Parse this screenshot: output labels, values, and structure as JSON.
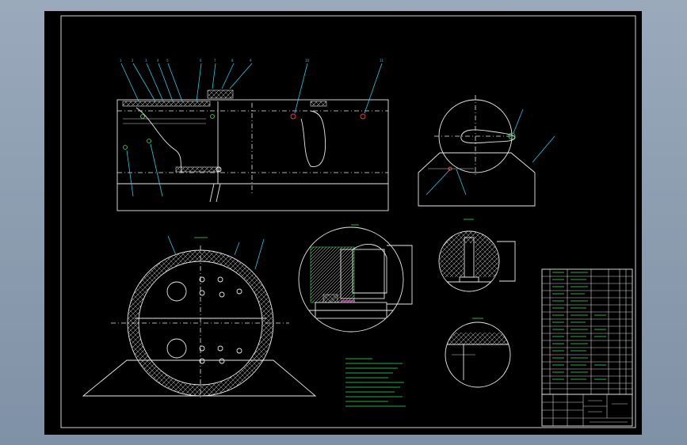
{
  "drawing": {
    "background": "#000000",
    "colors": {
      "outline": "#e8e8e8",
      "leader": "#29c9e8",
      "dimension": "#2ee85a",
      "center_mark": "#ff3b3b",
      "seal": "#ff4fd8"
    },
    "views": [
      "front-section-view",
      "side-end-view",
      "cross-section-view",
      "detail-view-1",
      "detail-view-2",
      "detail-view-3"
    ],
    "has_parts_list": true,
    "has_title_block": true,
    "has_technical_notes": true
  }
}
